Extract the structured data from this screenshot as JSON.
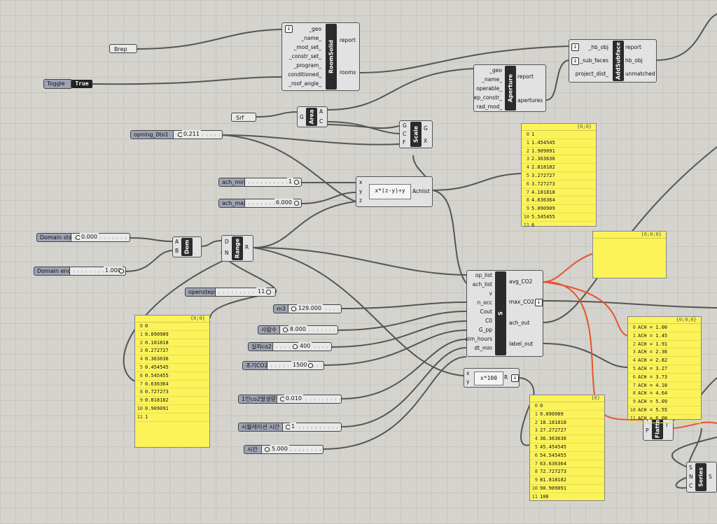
{
  "params": {
    "brep": "Brep",
    "srf": "Srf",
    "opensteps_label": "opensteps",
    "opensteps_value": "11",
    "m3_label": "m3",
    "m3_value": "129.000",
    "people_label": "사람수",
    "people_value": "8.000",
    "outdoor_co2_label": "실외co2",
    "outdoor_co2_value": "400",
    "initial_co2_label": "초기CO2",
    "initial_co2_value": "1500",
    "per_person_co2_label": "1인co2발생량",
    "per_person_co2_value": "0.010",
    "sim_time_label": "시뮬레이션 시간",
    "sim_time_value": "1",
    "time_label": "시간",
    "time_value": "5.000"
  },
  "toggle": {
    "label": "Toggle",
    "state": "True"
  },
  "sliders": {
    "opening": {
      "label": "opning_0to1",
      "value": "0.211"
    },
    "ach_min": {
      "label": "ach_min",
      "value": "1"
    },
    "ach_max": {
      "label": "ach_max",
      "value": "6.000"
    },
    "domain_start": {
      "label": "Domain start",
      "value": "0.000"
    },
    "domain_end": {
      "label": "Domain end",
      "value": "1.000"
    }
  },
  "components": {
    "roomsolid": {
      "name": "RoomSolid",
      "inputs": [
        "_geo",
        "_name_",
        "_mod_set_",
        "_constr_set_",
        "_program_",
        "conditioned_",
        "_roof_angle_"
      ],
      "outputs": [
        "report",
        "rooms"
      ]
    },
    "aperture": {
      "name": "Aperture",
      "inputs": [
        "_geo",
        "_name_",
        "operable_",
        "ep_constr_",
        "rad_mod_"
      ],
      "outputs": [
        "report",
        "apertures"
      ]
    },
    "addsubface": {
      "name": "AddSubface",
      "inputs": [
        "_hb_obj",
        "_sub_faces",
        "project_dist_"
      ],
      "outputs": [
        "report",
        "hb_obj",
        "unmatched"
      ]
    },
    "area": {
      "name": "Area",
      "inputs": [
        "G"
      ],
      "outputs": [
        "A",
        "C"
      ]
    },
    "scale": {
      "name": "Scale",
      "inputs": [
        "G",
        "C",
        "F"
      ],
      "outputs": [
        "G",
        "X"
      ]
    },
    "expr": {
      "inputs": [
        "x",
        "y",
        "z"
      ],
      "expr": "x*(z-y)+y",
      "outputs": [
        "Achlist"
      ]
    },
    "dom": {
      "name": "Dom",
      "inputs": [
        "A",
        "B"
      ]
    },
    "range": {
      "name": "Range",
      "inputs": [
        "D",
        "N"
      ],
      "outputs": [
        "R"
      ]
    },
    "script": {
      "name": "S",
      "inputs": [
        "op_list",
        "ach_list",
        "v",
        "n_occ",
        "Cout",
        "C0",
        "G_pp",
        "sim_hours",
        "dt_min"
      ],
      "outputs": [
        "avg_CO2",
        "max_CO2",
        "ach_out",
        "label_out"
      ]
    },
    "mult": {
      "inputs": [
        "x",
        "y"
      ],
      "expr": "x*100",
      "outputs": [
        "R"
      ]
    },
    "flatten": {
      "name": "Flatten",
      "inputs": [
        "T",
        "P"
      ],
      "outputs": [
        "T"
      ]
    },
    "series": {
      "name": "Series",
      "inputs": [
        "S",
        "N",
        "C"
      ],
      "outputs": [
        "S"
      ]
    }
  },
  "panels": {
    "achlist": {
      "header": "{0;0}",
      "rows": [
        "1",
        "1.454545",
        "1.909091",
        "2.363636",
        "2.818182",
        "3.272727",
        "3.727273",
        "4.181818",
        "4.636364",
        "5.090909",
        "5.545455",
        "6"
      ]
    },
    "empty": {
      "header": "{0;0;0}",
      "rows": []
    },
    "range_out": {
      "header": "{0;0}",
      "rows": [
        "0",
        "0.090909",
        "0.181818",
        "0.272727",
        "0.363636",
        "0.454545",
        "0.545455",
        "0.636364",
        "0.727273",
        "0.818182",
        "0.909091",
        "1"
      ]
    },
    "labels": {
      "header": "{0;0;0}",
      "rows": [
        "ACH = 1.00",
        "ACH = 1.45",
        "ACH = 1.91",
        "ACH = 2.36",
        "ACH = 2.82",
        "ACH = 3.27",
        "ACH = 3.73",
        "ACH = 4.18",
        "ACH = 4.64",
        "ACH = 5.09",
        "ACH = 5.55",
        "ACH = 6.00"
      ]
    },
    "percent": {
      "header": "{0}",
      "rows": [
        "0",
        "9.090909",
        "18.181818",
        "27.272727",
        "36.363636",
        "45.454545",
        "54.545455",
        "63.636364",
        "72.727273",
        "81.818182",
        "90.909091",
        "100"
      ]
    }
  },
  "colors": {
    "canvas": "#d4d3cd",
    "panel": "#fcf35a",
    "wire": "#555555",
    "selected_wire": "#e8532a"
  }
}
